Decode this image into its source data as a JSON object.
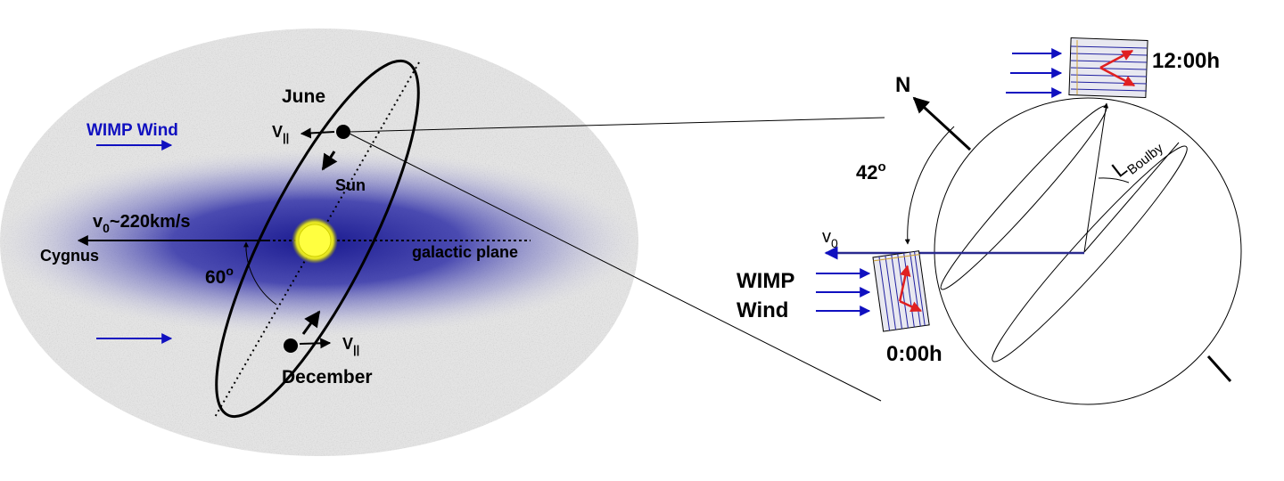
{
  "galaxy_panel": {
    "wimp_wind_label": "WIMP Wind",
    "velocity_text": "v0~220km/s",
    "velocity_symbol": "v",
    "velocity_subscript": "0",
    "velocity_rest": "~220km/s",
    "cygnus_label": "Cygnus",
    "galactic_plane_label": "galactic plane",
    "sun_label": "Sun",
    "june_label": "June",
    "december_label": "December",
    "angle_label": "60",
    "angle_superscript": "o",
    "v_parallel_symbol": "V",
    "v_parallel_subscript": "||",
    "colors": {
      "wind_arrow": "#1010c0",
      "halo": "#2a2aa0",
      "sun": "#ffff40"
    }
  },
  "earth_panel": {
    "north_label": "N",
    "tilt_angle_label": "42",
    "tilt_angle_superscript": "o",
    "latitude_symbol": "L",
    "latitude_subscript": "Boulby",
    "v0_symbol": "v",
    "v0_subscript": "0",
    "wimp_label": "WIMP",
    "wind_label": "Wind",
    "time_noon_label": "12:00h",
    "time_midnight_label": "0:00h",
    "colors": {
      "wind_arrow": "#1010c0",
      "recoil_track": "#e02020",
      "detector_fill": "#e8e8f0"
    }
  }
}
